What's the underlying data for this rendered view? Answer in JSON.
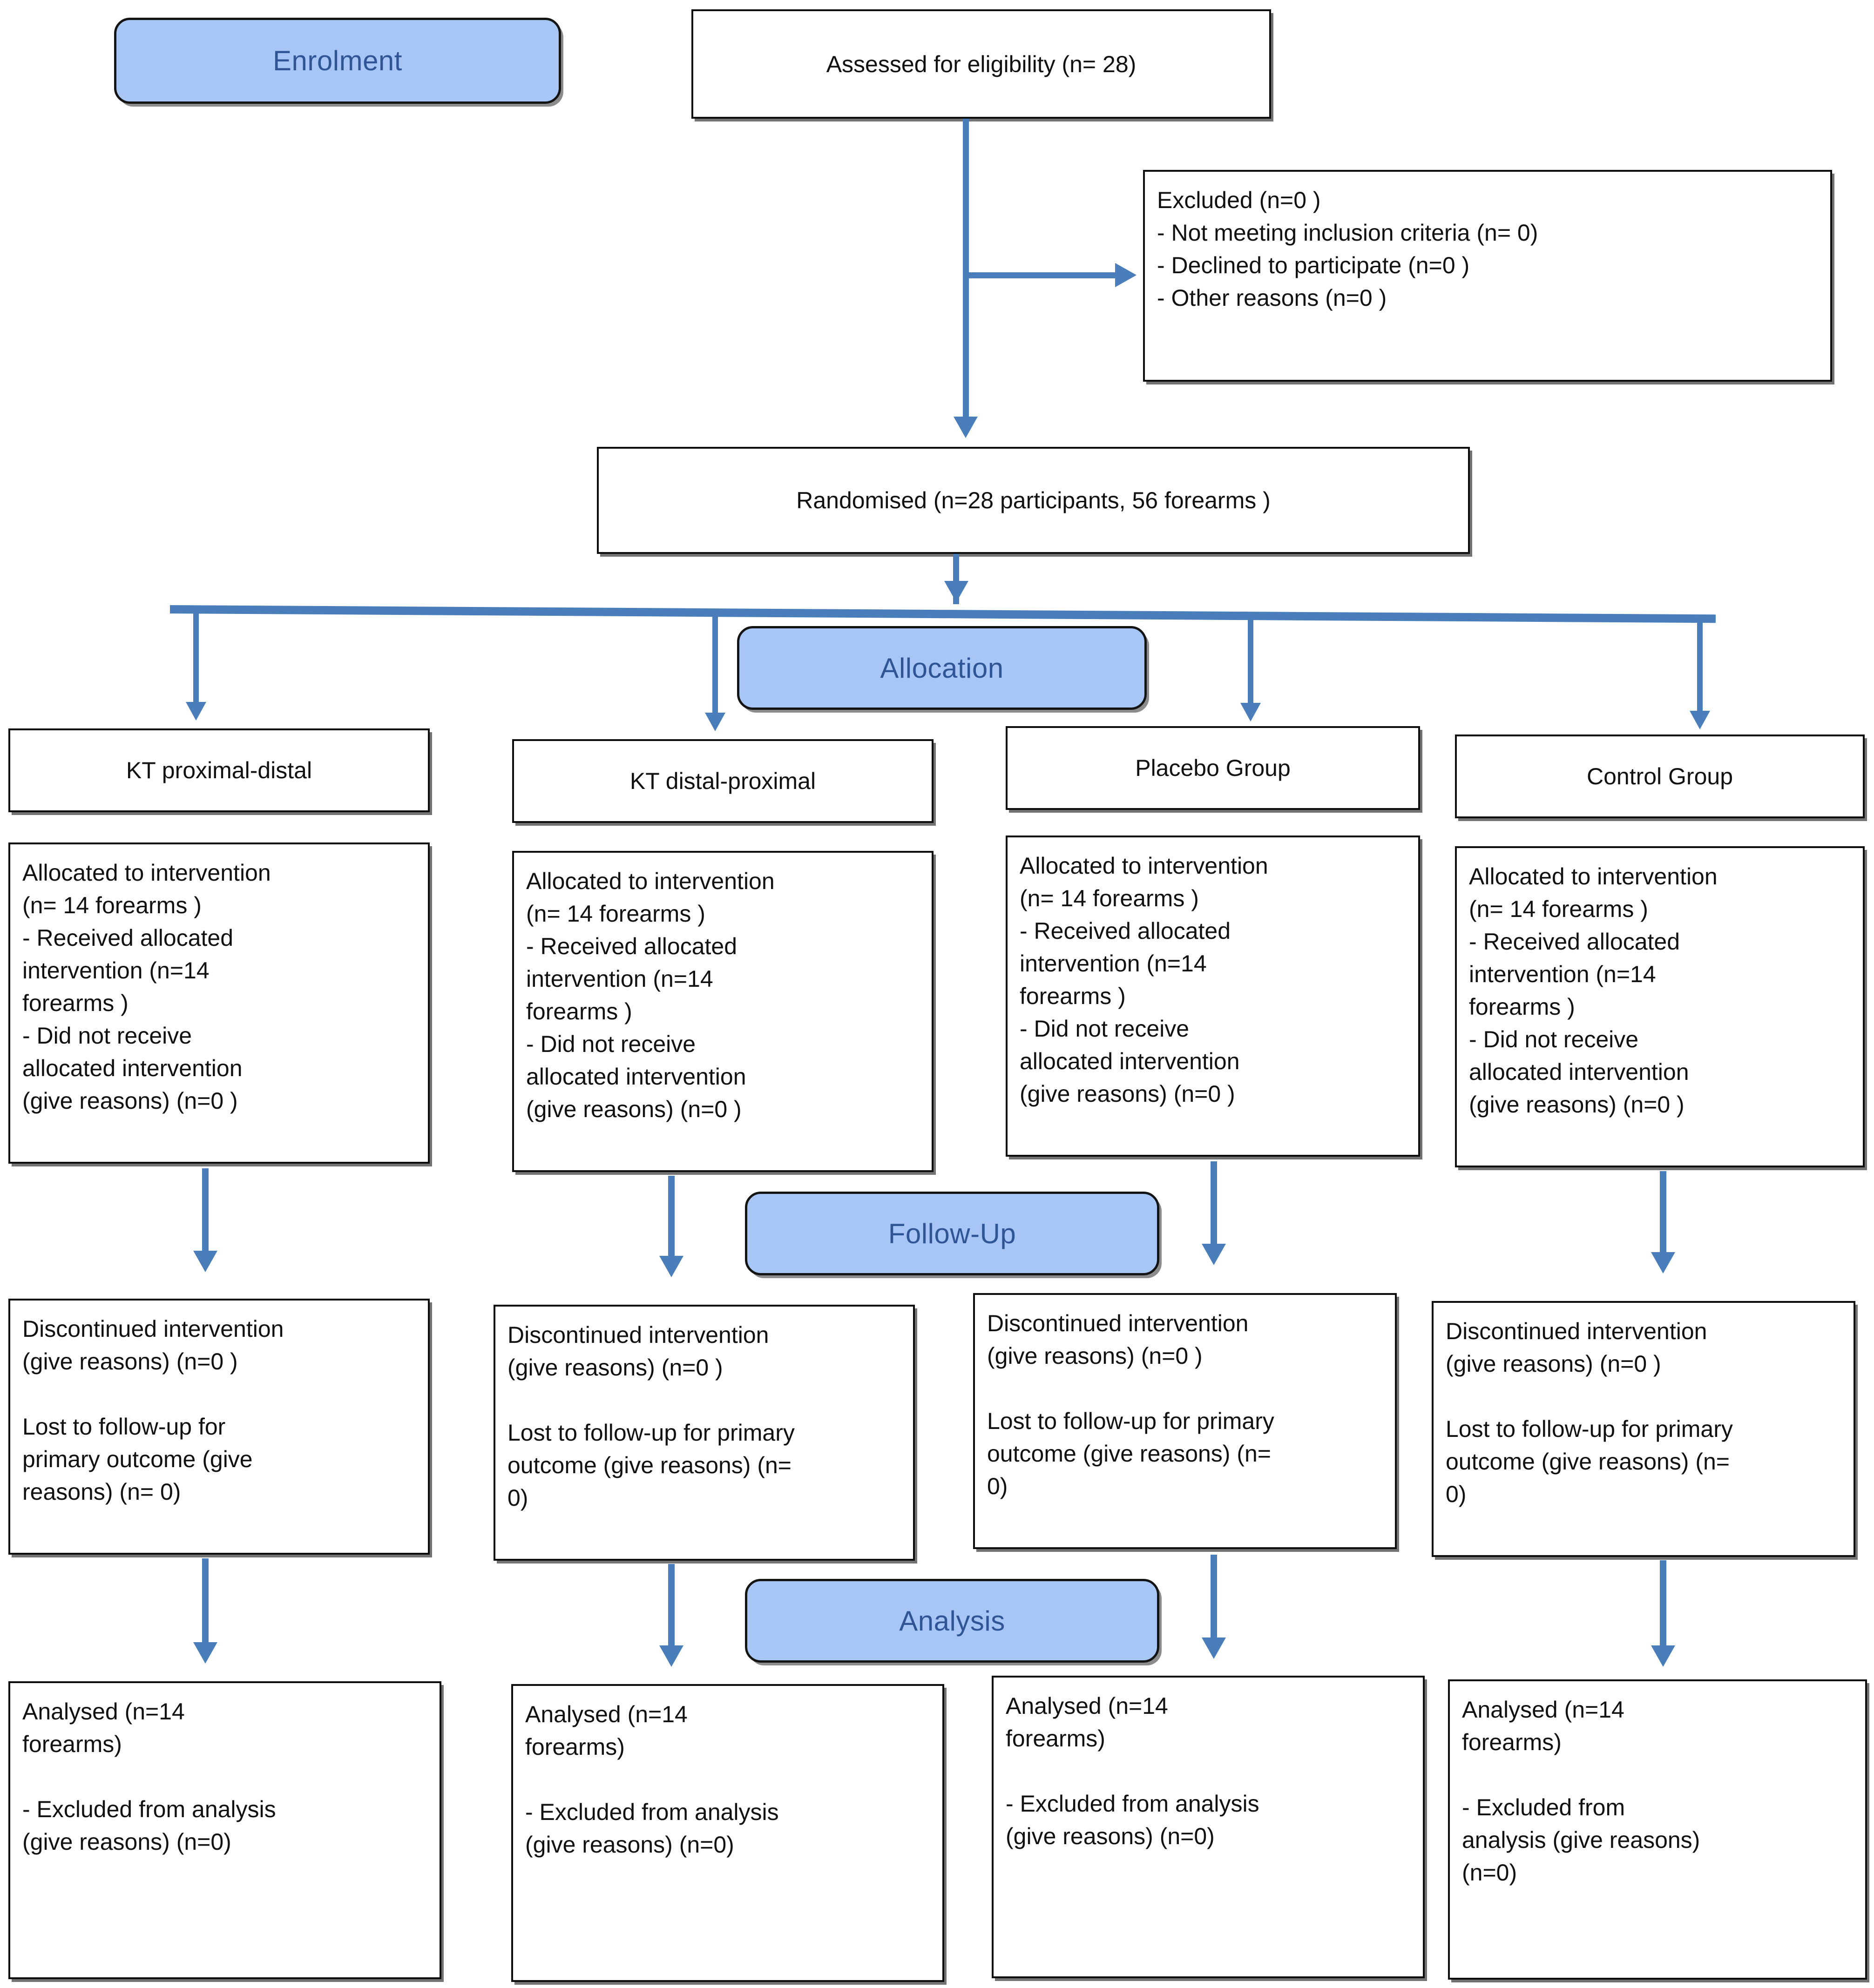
{
  "diagram": {
    "title": "CONSORT participant flow diagram",
    "accent_blue": "#4a7ebb",
    "banner_fill": "#a8c6f5",
    "banner_text_color": "#2f5597",
    "box_border_color": "#0d0d0d"
  },
  "stages": {
    "enrolment": "Enrolment",
    "allocation": "Allocation",
    "followup": "Follow-Up",
    "analysis": "Analysis"
  },
  "enrolment": {
    "assessed": "Assessed for eligibility (n= 28)",
    "excluded": "Excluded (n=0 )\n        - Not meeting inclusion criteria (n= 0)\n        - Declined to participate (n=0 )\n        - Other reasons (n=0 )",
    "randomised": "Randomised (n=28 participants, 56 forearms )"
  },
  "columns": [
    {
      "id": "kt-proximal-distal",
      "header": "KT proximal-distal",
      "allocation": "Allocated to intervention\n(n= 14 forearms )\n        - Received allocated\nintervention (n=14\nforearms )\n        - Did not receive\nallocated intervention\n(give reasons) (n=0 )",
      "followup": "Discontinued intervention\n(give reasons) (n=0 )\n\nLost to follow-up for\nprimary outcome (give\nreasons) (n= 0)",
      "analysis": "Analysed  (n=14\nforearms)\n\n- Excluded from analysis\n(give reasons) (n=0)"
    },
    {
      "id": "kt-distal-proximal",
      "header": "KT distal-proximal",
      "allocation": "Allocated to intervention\n(n= 14 forearms )\n        - Received allocated\nintervention (n=14\nforearms )\n       - Did not receive\nallocated intervention\n(give reasons) (n=0 )",
      "followup": "Discontinued intervention\n(give reasons) (n=0 )\n\nLost to follow-up for primary\noutcome (give reasons) (n=\n0)",
      "analysis": "Analysed  (n=14\nforearms)\n\n- Excluded from analysis\n(give reasons) (n=0)"
    },
    {
      "id": "placebo-group",
      "header": "Placebo Group",
      "allocation": "Allocated to intervention\n(n= 14 forearms )\n        - Received allocated\nintervention (n=14\nforearms )\n      - Did not receive\nallocated intervention\n(give reasons) (n=0 )",
      "followup": "Discontinued intervention\n(give reasons) (n=0 )\n\nLost to follow-up for primary\noutcome (give reasons) (n=\n0)",
      "analysis": "Analysed  (n=14\nforearms)\n\n- Excluded from analysis\n(give reasons) (n=0)"
    },
    {
      "id": "control-group",
      "header": "Control Group",
      "allocation": "Allocated to intervention\n(n= 14 forearms )\n        - Received allocated\nintervention (n=14\nforearms )\n      - Did not receive\nallocated intervention\n(give reasons) (n=0 )",
      "followup": "Discontinued intervention\n(give reasons) (n=0 )\n\nLost to follow-up for primary\noutcome (give reasons) (n=\n0)",
      "analysis": "Analysed  (n=14\nforearms)\n\n- Excluded from\nanalysis (give reasons)\n(n=0)"
    }
  ]
}
